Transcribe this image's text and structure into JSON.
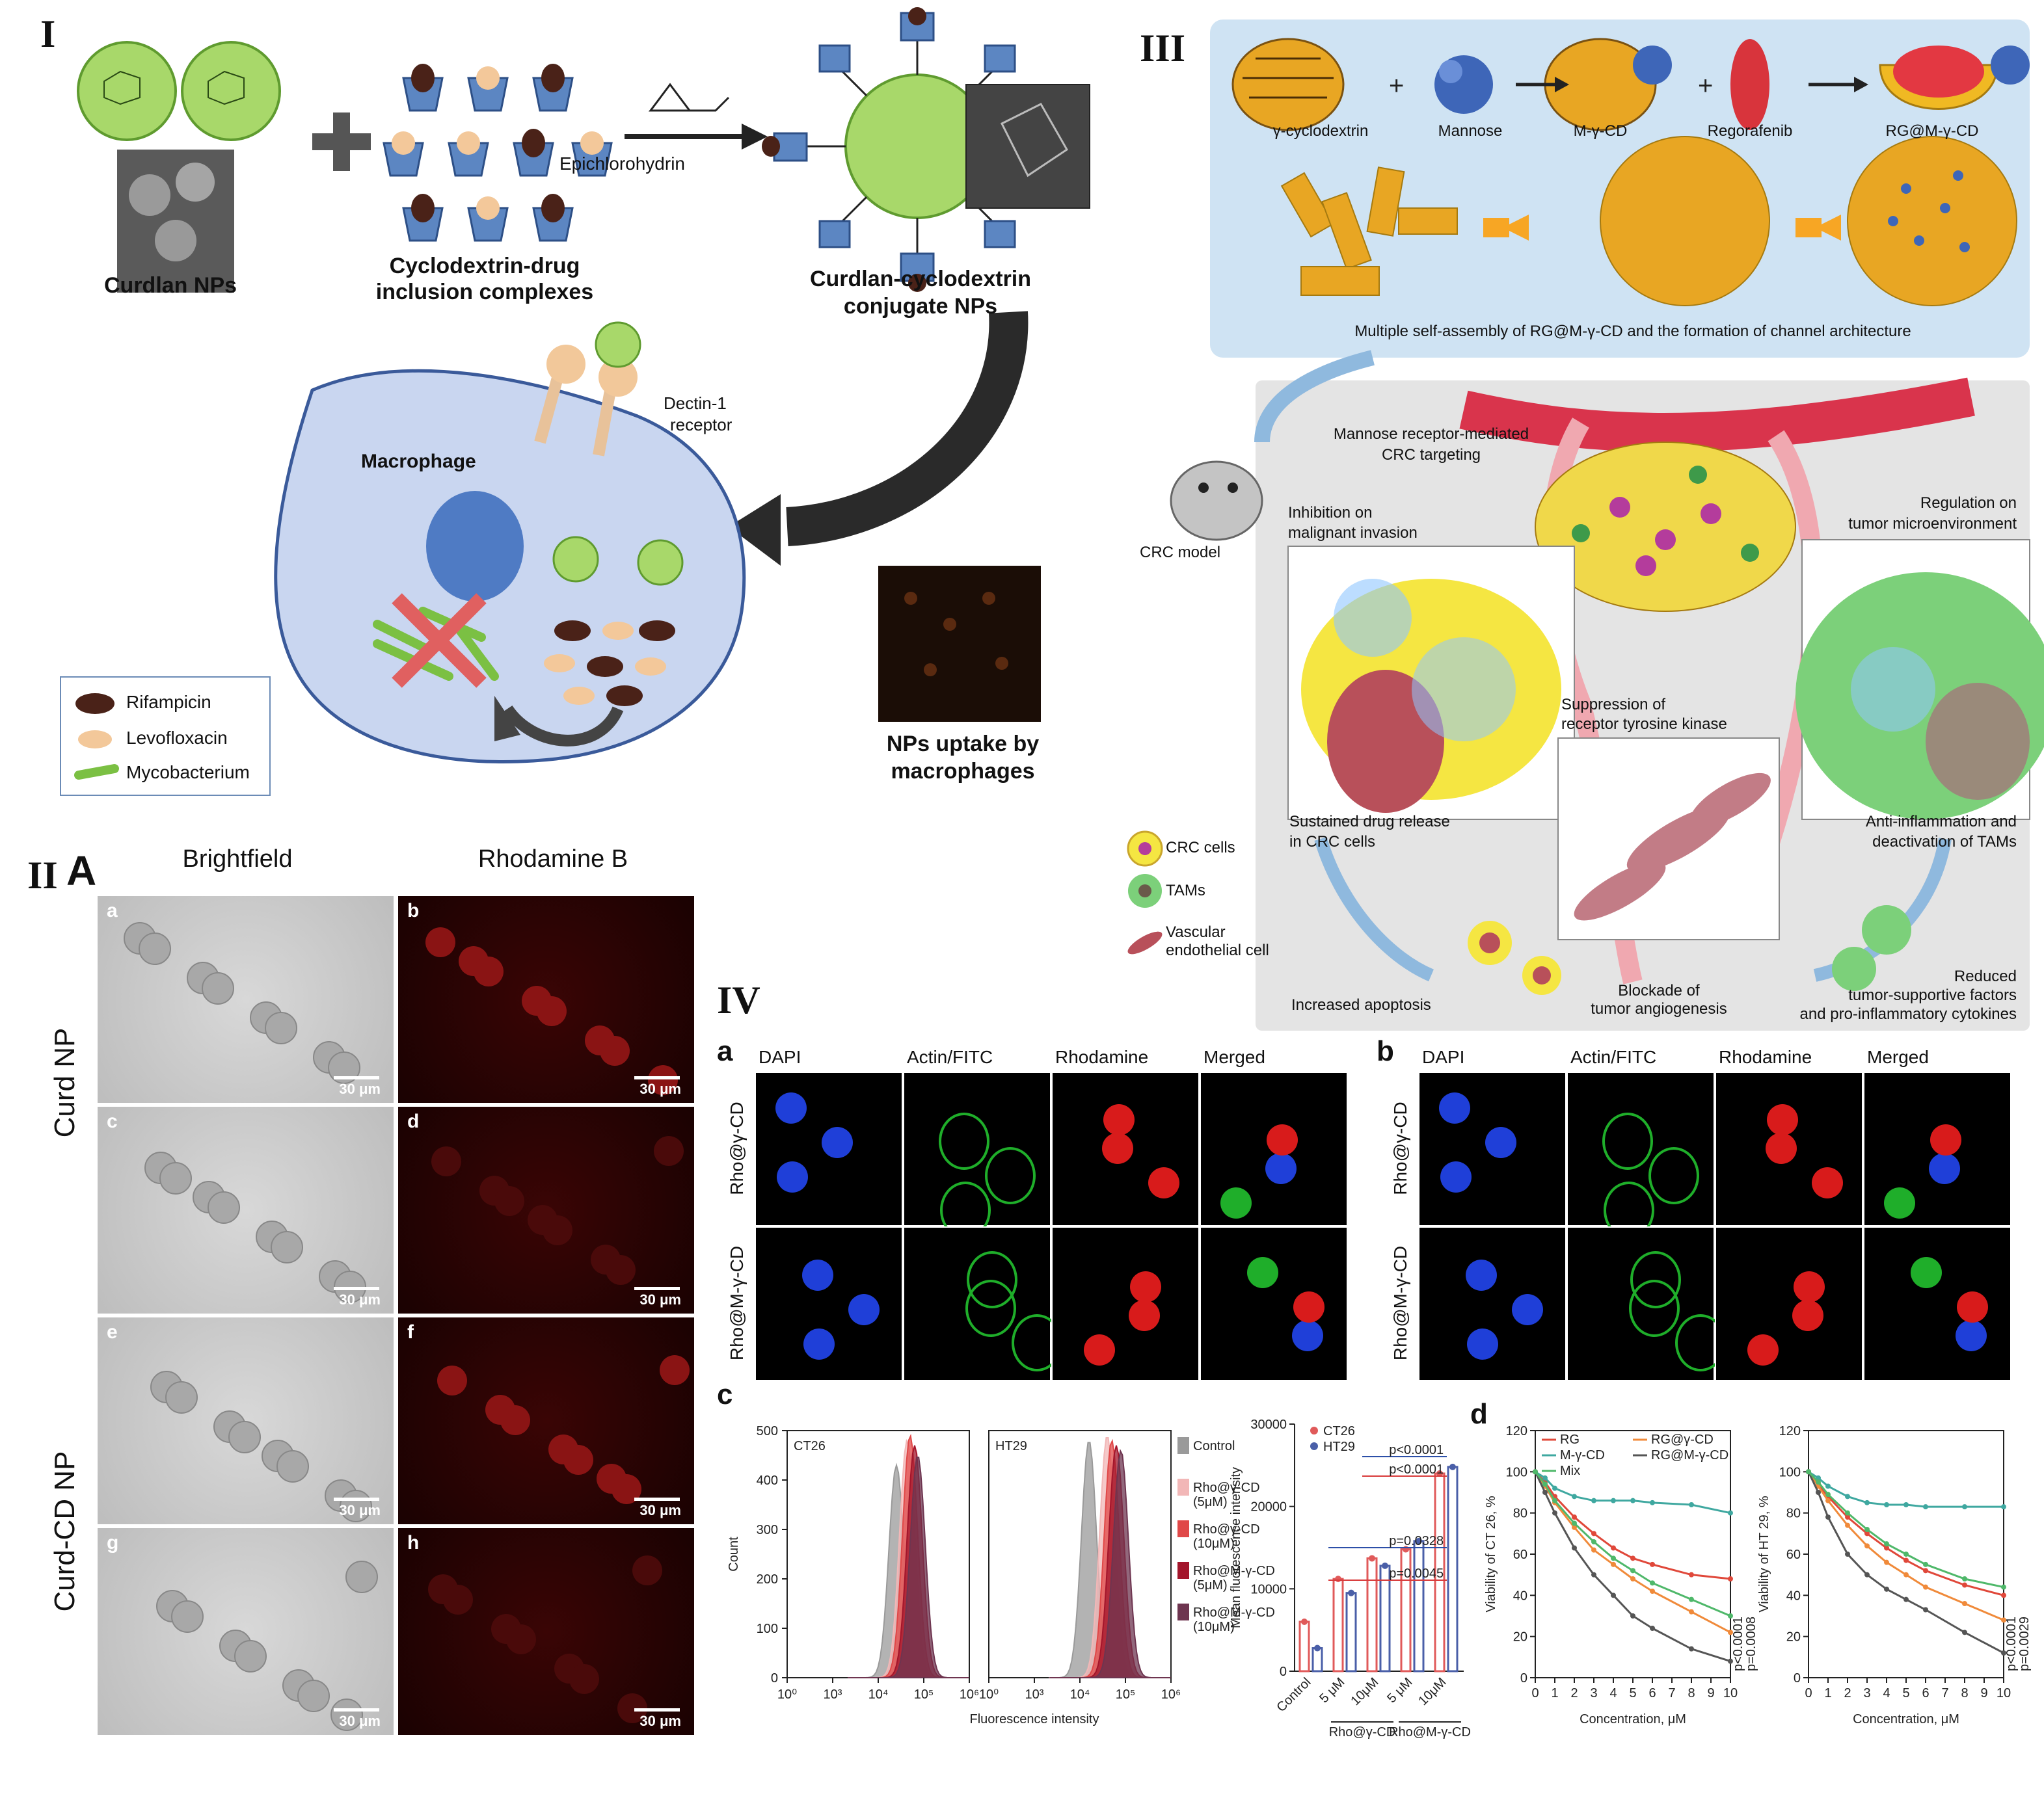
{
  "panel_I": {
    "label": "I",
    "curdlan_nps": "Curdlan NPs",
    "inclusion_l1": "Cyclodextrin-drug",
    "inclusion_l2": "inclusion complexes",
    "reagent": "Epichlorohydrin",
    "conjugate_l1": "Curdlan-cyclodextrin",
    "conjugate_l2": "conjugate NPs",
    "dectin_l1": "Dectin-1",
    "dectin_l2": "receptor",
    "macrophage": "Macrophage",
    "uptake_l1": "NPs uptake by",
    "uptake_l2": "macrophages",
    "legend": [
      "Rifampicin",
      "Levofloxacin",
      "Mycobacterium"
    ],
    "colors": {
      "rifampicin": "#4a2218",
      "levofloxacin": "#f3c89a",
      "mycobacterium": "#7bc043",
      "sphere": "#a8d86a",
      "cell": "#c9d6f0"
    }
  },
  "panel_II": {
    "label": "II",
    "sub": "A",
    "col1": "Brightfield",
    "col2": "Rhodamine B",
    "row_group1": "Curd NP",
    "row_group2": "Curd-CD NP",
    "letters": [
      "a",
      "b",
      "c",
      "d",
      "e",
      "f",
      "g",
      "h"
    ],
    "scalebar": "30 μm"
  },
  "panel_III": {
    "label": "III",
    "components": [
      "γ-cyclodextrin",
      "Mannose",
      "M-γ-CD",
      "Regorafenib",
      "RG@M-γ-CD"
    ],
    "assembly": "Multiple self-assembly of RG@M-γ-CD and the formation of channel architecture",
    "mannose_l1": "Mannose receptor-mediated",
    "mannose_l2": "CRC targeting",
    "crc_model": "CRC model",
    "inhibition_l1": "Inhibition on",
    "inhibition_l2": "malignant invasion",
    "regulation_l1": "Regulation on",
    "regulation_l2": "tumor microenvironment",
    "suppression_l1": "Suppression of",
    "suppression_l2": "receptor tyrosine kinase",
    "sustained_l1": "Sustained drug release",
    "sustained_l2": "in CRC cells",
    "anti_l1": "Anti-inflammation and",
    "anti_l2": "deactivation of TAMs",
    "legend_crc": "CRC cells",
    "legend_tams": "TAMs",
    "legend_vasc_l1": "Vascular",
    "legend_vasc_l2": "endothelial cell",
    "apoptosis": "Increased apoptosis",
    "blockade_l1": "Blockade of",
    "blockade_l2": "tumor angiogenesis",
    "reduced_l1": "Reduced",
    "reduced_l2": "tumor-supportive factors",
    "reduced_l3": "and pro-inflammatory cytokines",
    "colors": {
      "top_bg": "#cfe3f3",
      "bottom_bg": "#e4e4e4",
      "vessel": "#d9344c",
      "crc": "#f5e642",
      "tam": "#7cd07a"
    }
  },
  "panel_IV": {
    "label": "IV",
    "a": "a",
    "b": "b",
    "c": "c",
    "d": "d",
    "channels": [
      "DAPI",
      "Actin/FITC",
      "Rhodamine",
      "Merged"
    ],
    "rows": [
      "Rho@γ-CD",
      "Rho@M-γ-CD"
    ]
  },
  "chart_data": [
    {
      "type": "area",
      "title": "CT26",
      "xlabel": "Fluorescence intensity",
      "ylabel": "Count",
      "ylim": [
        0,
        500
      ],
      "yticks": [
        "0",
        "100",
        "200",
        "300",
        "400",
        "500"
      ],
      "xticks": [
        "10⁰",
        "10³",
        "10⁴",
        "10⁵",
        "10⁶"
      ],
      "series": [
        {
          "center": 3.6,
          "peak": 430,
          "color": "#9a9a9a"
        },
        {
          "center": 3.95,
          "peak": 480,
          "color": "#f2b7b7"
        },
        {
          "center": 4.05,
          "peak": 490,
          "color": "#e04848"
        },
        {
          "center": 4.2,
          "peak": 470,
          "color": "#a3152b"
        },
        {
          "center": 4.3,
          "peak": 450,
          "color": "#6e3550"
        }
      ]
    },
    {
      "type": "area",
      "title": "HT29",
      "xticks": [
        "10⁰",
        "10³",
        "10⁴",
        "10⁵",
        "10⁶"
      ],
      "legend": [
        "Control",
        "Rho@γ-CD (5μM)",
        "Rho@γ-CD (10μM)",
        "Rho@M-γ-CD (5μM)",
        "Rho@M-γ-CD (10μM)"
      ],
      "legend_l1": [
        "Control",
        "Rho@γ-CD",
        "Rho@γ-CD",
        "Rho@M-γ-CD",
        "Rho@M-γ-CD"
      ],
      "legend_l2": [
        "",
        "(5μM)",
        "(10μM)",
        "(5μM)",
        "(10μM)"
      ],
      "series": [
        {
          "center": 3.3,
          "peak": 480,
          "color": "#9a9a9a"
        },
        {
          "center": 3.9,
          "peak": 490,
          "color": "#f2b7b7"
        },
        {
          "center": 4.05,
          "peak": 480,
          "color": "#e04848"
        },
        {
          "center": 4.2,
          "peak": 470,
          "color": "#a3152b"
        },
        {
          "center": 4.35,
          "peak": 460,
          "color": "#6e3550"
        }
      ]
    },
    {
      "type": "bar",
      "ylabel": "Mean fluorescence intensity",
      "ylim": [
        0,
        30000
      ],
      "yticks": [
        "0",
        "10000",
        "20000",
        "30000"
      ],
      "categories": [
        "Control",
        "5 μM",
        "10μM",
        "5 μM",
        "10μM"
      ],
      "group_labels": [
        "Rho@γ-CD",
        "Rho@M-γ-CD"
      ],
      "series": [
        {
          "name": "CT26",
          "color": "#e05a5a",
          "values": [
            6000,
            11200,
            13700,
            14800,
            24000
          ]
        },
        {
          "name": "HT29",
          "color": "#4a5fa8",
          "values": [
            2800,
            9500,
            12800,
            15800,
            24800
          ]
        }
      ],
      "annotations": [
        "p<0.0001",
        "p<0.0001",
        "p=0.0328",
        "p=0.0045"
      ]
    },
    {
      "type": "line",
      "ylabel": "Viability of CT 26, %",
      "xlabel": "Concentration, μM",
      "xlim": [
        0,
        10
      ],
      "ylim": [
        0,
        120
      ],
      "xticks": [
        "0",
        "1",
        "2",
        "3",
        "4",
        "5",
        "6",
        "7",
        "8",
        "9",
        "10"
      ],
      "yticks": [
        "0",
        "20",
        "40",
        "60",
        "80",
        "100",
        "120"
      ],
      "legend": [
        "RG",
        "RG@γ-CD",
        "M-γ-CD",
        "RG@M-γ-CD",
        "Mix"
      ],
      "series": [
        {
          "name": "RG",
          "color": "#e0483a",
          "x": [
            0,
            0.5,
            1,
            2,
            3,
            4,
            5,
            6,
            8,
            10
          ],
          "y": [
            100,
            95,
            88,
            78,
            70,
            63,
            58,
            55,
            50,
            48
          ]
        },
        {
          "name": "RG@γ-CD",
          "color": "#f08a3a",
          "x": [
            0,
            0.5,
            1,
            2,
            3,
            4,
            5,
            6,
            8,
            10
          ],
          "y": [
            100,
            93,
            85,
            73,
            62,
            55,
            48,
            42,
            32,
            22
          ]
        },
        {
          "name": "M-γ-CD",
          "color": "#3fa8a0",
          "x": [
            0,
            0.5,
            1,
            2,
            3,
            4,
            5,
            6,
            8,
            10
          ],
          "y": [
            100,
            97,
            92,
            88,
            86,
            86,
            86,
            85,
            84,
            80
          ]
        },
        {
          "name": "RG@M-γ-CD",
          "color": "#555555",
          "x": [
            0,
            0.5,
            1,
            2,
            3,
            4,
            5,
            6,
            8,
            10
          ],
          "y": [
            100,
            90,
            80,
            63,
            50,
            40,
            30,
            24,
            14,
            8
          ]
        },
        {
          "name": "Mix",
          "color": "#4fb86a",
          "x": [
            0,
            0.5,
            1,
            2,
            3,
            4,
            5,
            6,
            8,
            10
          ],
          "y": [
            100,
            94,
            86,
            75,
            66,
            58,
            52,
            46,
            38,
            30
          ]
        }
      ],
      "annotations": [
        "p<0.0001",
        "p=0.0008"
      ]
    },
    {
      "type": "line",
      "ylabel": "Viability of HT 29, %",
      "xlabel": "Concentration, μM",
      "xlim": [
        0,
        10
      ],
      "ylim": [
        0,
        120
      ],
      "xticks": [
        "0",
        "1",
        "2",
        "3",
        "4",
        "5",
        "6",
        "7",
        "8",
        "9",
        "10"
      ],
      "yticks": [
        "0",
        "20",
        "40",
        "60",
        "80",
        "100",
        "120"
      ],
      "series": [
        {
          "name": "RG",
          "color": "#e0483a",
          "x": [
            0,
            0.5,
            1,
            2,
            3,
            4,
            5,
            6,
            8,
            10
          ],
          "y": [
            100,
            94,
            88,
            78,
            70,
            63,
            57,
            52,
            45,
            40
          ]
        },
        {
          "name": "RG@γ-CD",
          "color": "#f08a3a",
          "x": [
            0,
            0.5,
            1,
            2,
            3,
            4,
            5,
            6,
            8,
            10
          ],
          "y": [
            100,
            93,
            86,
            74,
            64,
            56,
            50,
            44,
            36,
            28
          ]
        },
        {
          "name": "M-γ-CD",
          "color": "#3fa8a0",
          "x": [
            0,
            0.5,
            1,
            2,
            3,
            4,
            5,
            6,
            8,
            10
          ],
          "y": [
            100,
            97,
            93,
            88,
            85,
            84,
            84,
            83,
            83,
            83
          ]
        },
        {
          "name": "RG@M-γ-CD",
          "color": "#555555",
          "x": [
            0,
            0.5,
            1,
            2,
            3,
            4,
            5,
            6,
            8,
            10
          ],
          "y": [
            100,
            90,
            78,
            60,
            50,
            43,
            38,
            33,
            22,
            12
          ]
        },
        {
          "name": "Mix",
          "color": "#4fb86a",
          "x": [
            0,
            0.5,
            1,
            2,
            3,
            4,
            5,
            6,
            8,
            10
          ],
          "y": [
            100,
            95,
            89,
            80,
            72,
            65,
            60,
            55,
            48,
            44
          ]
        }
      ],
      "annotations": [
        "p<0.0001",
        "p=0.0029"
      ]
    }
  ]
}
